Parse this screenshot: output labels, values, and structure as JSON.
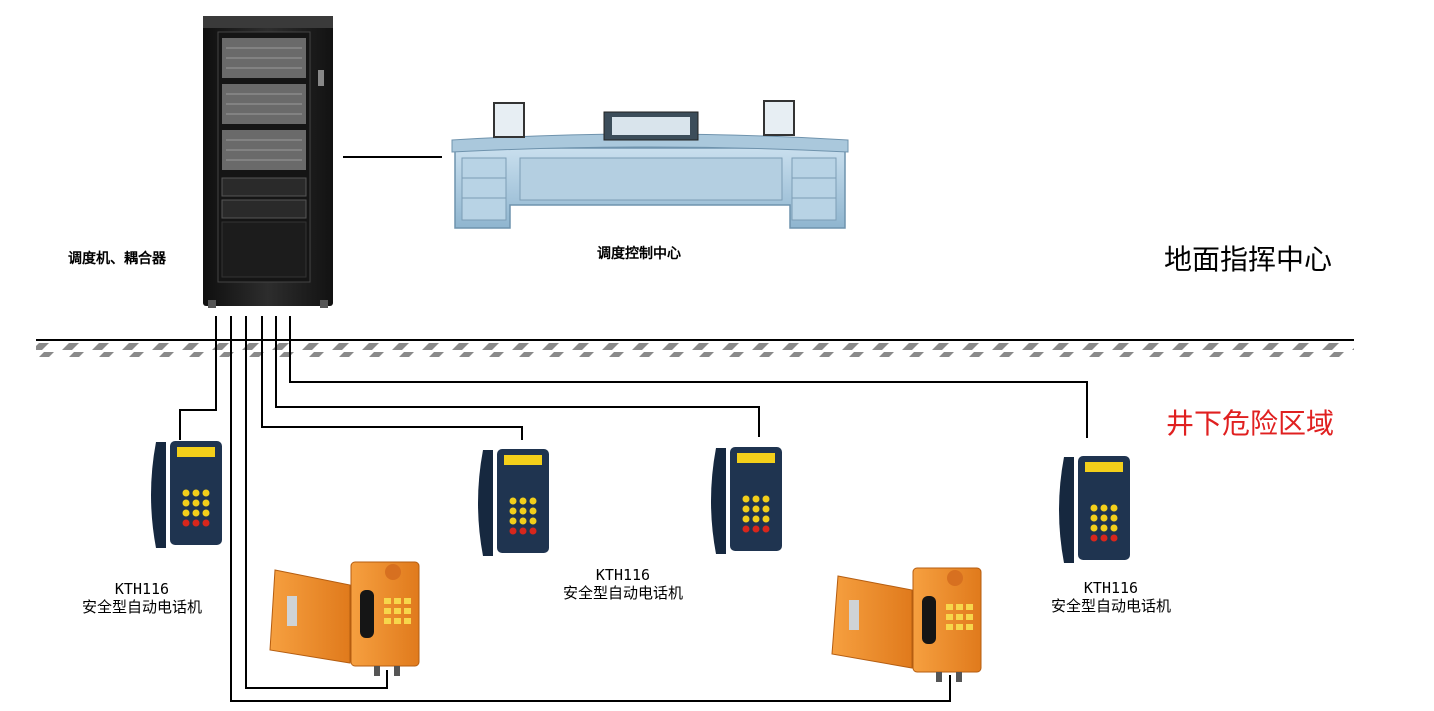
{
  "labels": {
    "switch_cabinet": "调度机、耦合器",
    "control_center": "调度控制中心",
    "phone_model": "KTH116",
    "phone_desc": "安全型自动电话机"
  },
  "zones": {
    "surface": {
      "text": "地面指挥中心",
      "color": "#000000"
    },
    "underground": {
      "text": "井下危险区域",
      "color": "#e02020"
    }
  },
  "colors": {
    "cabinet": "#1f1f1f",
    "console": "#9fc3dc",
    "phone_blue": "#1f3450",
    "phone_orange": "#f28a2a",
    "key_yellow": "#f3cf1a",
    "key_red": "#d8261c",
    "wire": "#000000"
  },
  "icons": [
    "server-rack-icon",
    "dispatch-console-icon",
    "explosion-proof-phone-icon",
    "orange-wall-phone-icon"
  ]
}
